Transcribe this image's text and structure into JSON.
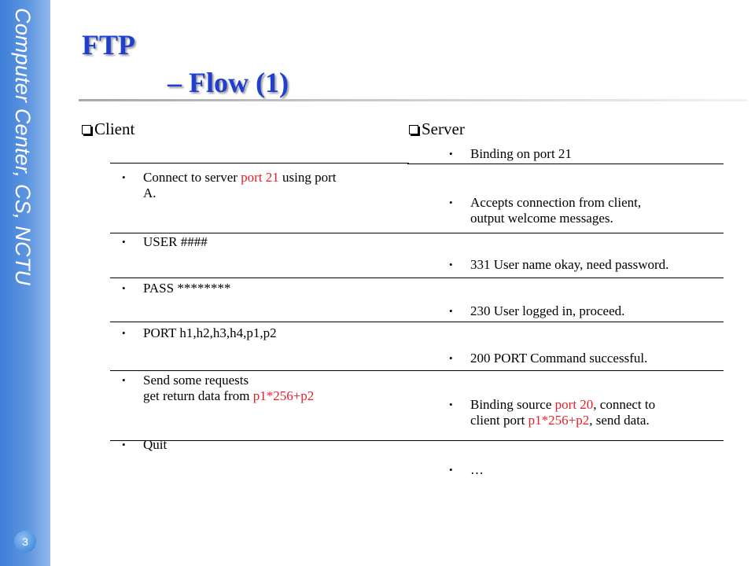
{
  "sidebar": {
    "text": "Computer Center, CS, NCTU",
    "page_number": "3"
  },
  "title": {
    "line1": "FTP",
    "line2": "– Flow (1)"
  },
  "client": {
    "heading": "Client",
    "bullet": "•",
    "items": [
      {
        "line1_pre": "Connect to server ",
        "line1_red": "port 21",
        "line1_post": " using port",
        "line2": "A."
      },
      {
        "line1": "USER ####"
      },
      {
        "line1": "PASS ********"
      },
      {
        "line1": "PORT h1,h2,h3,h4,p1,p2"
      },
      {
        "line1": "Send some requests",
        "line2_pre": "get return data from ",
        "line2_red": "p1*256+p2"
      },
      {
        "line1": "Quit"
      }
    ]
  },
  "server": {
    "heading": "Server",
    "bullet": "•",
    "items": [
      {
        "line1": "Binding on port 21"
      },
      {
        "line1": "Accepts connection from client,",
        "line2": "output welcome messages."
      },
      {
        "line1": "331 User name okay, need password."
      },
      {
        "line1": "230 User logged in, proceed."
      },
      {
        "line1": "200 PORT Command successful."
      },
      {
        "line1_pre": "Binding source ",
        "line1_red": "port 20",
        "line1_post": ", connect to",
        "line2_pre": "client port ",
        "line2_red": "p1*256+p2",
        "line2_post": ", send data."
      },
      {
        "line1": "…"
      }
    ]
  },
  "colors": {
    "title": "#1f3fd0",
    "highlight": "#e8202a",
    "sidebar": "#3e7fd8"
  }
}
